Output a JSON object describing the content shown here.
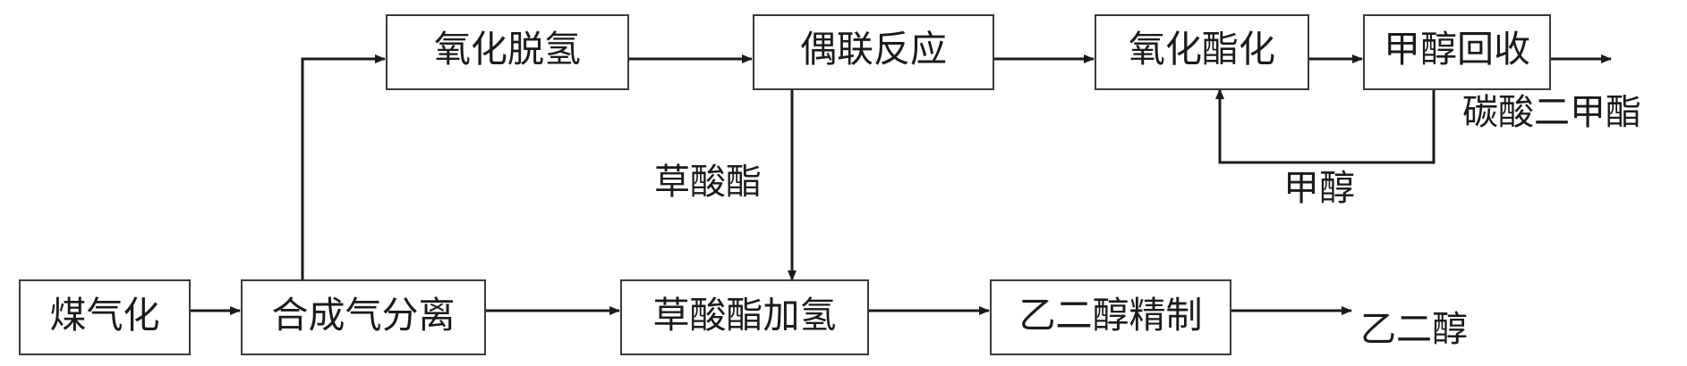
{
  "boxes": {
    "coal_gasification": "煤气化",
    "syngas_separation": "合成气分离",
    "oxidative_dehydrogenation": "氧化脱氢",
    "coupling_reaction": "偶联反应",
    "oxidative_esterification": "氧化酯化",
    "methanol_recovery": "甲醇回收",
    "oxalate_hydrogenation": "草酸酯加氢",
    "ethylene_glycol_refining": "乙二醇精制"
  },
  "labels": {
    "oxalate": "草酸酯",
    "methanol": "甲醇",
    "dimethyl_carbonate": "碳酸二甲酯",
    "ethylene_glycol": "乙二醇"
  },
  "colors": {
    "line": "#1a1a1a",
    "box_border": "#3a3a3a",
    "box_fill": "#ffffff"
  }
}
